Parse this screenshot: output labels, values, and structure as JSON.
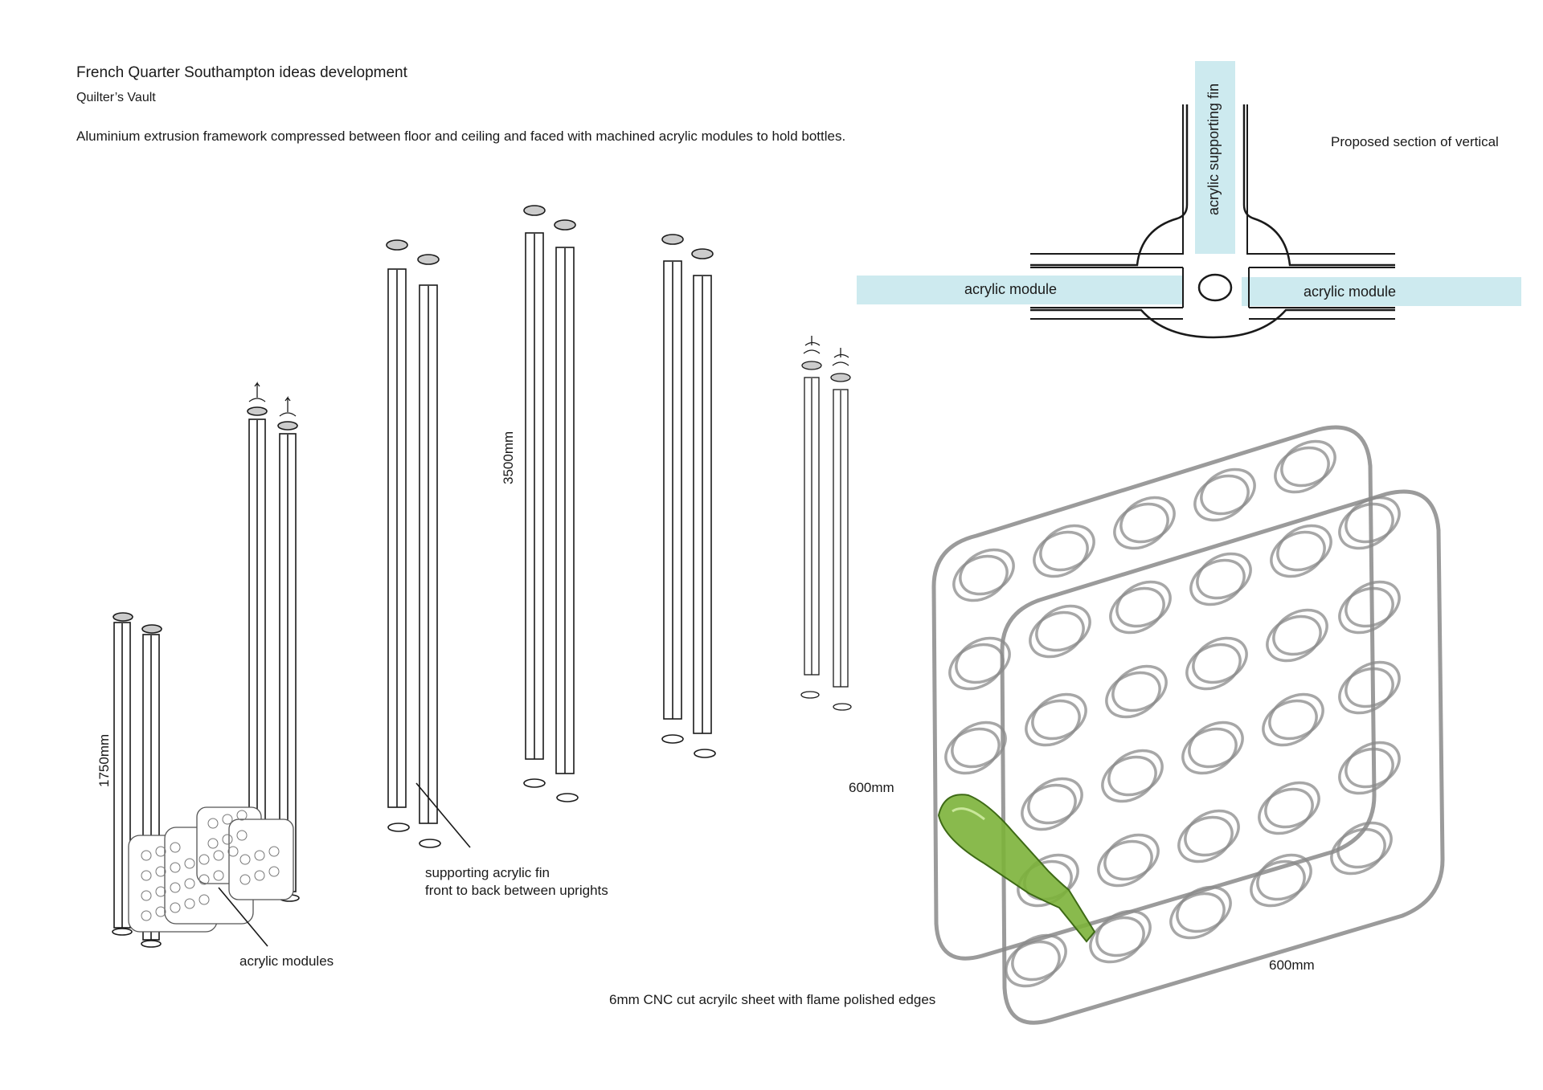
{
  "header": {
    "title": "French Quarter Southampton ideas development",
    "subtitle": "Quilter’s Vault",
    "description": "Aluminium extrusion framework compressed between floor and ceiling and faced with machined acrylic modules to hold bottles."
  },
  "section": {
    "caption": "Proposed section of vertical",
    "module_left": "acrylic module",
    "module_right": "acrylic module",
    "supporting_fin": "acrylic supporting fin"
  },
  "labels": {
    "height_short": "1750mm",
    "height_tall": "3500mm",
    "fin_line1": "supporting acrylic fin",
    "fin_line2": "front to back between uprights",
    "modules": "acrylic modules",
    "width_left": "600mm",
    "width_bottom": "600mm",
    "sheet_note": "6mm CNC cut acryilc sheet with flame polished edges"
  },
  "colors": {
    "acrylic_blue": "#cdeaef",
    "line": "#1a1a1a",
    "module_grey": "#8a8a8a",
    "bottle_green": "#7cb33a"
  },
  "icons": {
    "rotate_arrow": "rotate-arrow-icon",
    "bottle": "wine-bottle-icon"
  }
}
